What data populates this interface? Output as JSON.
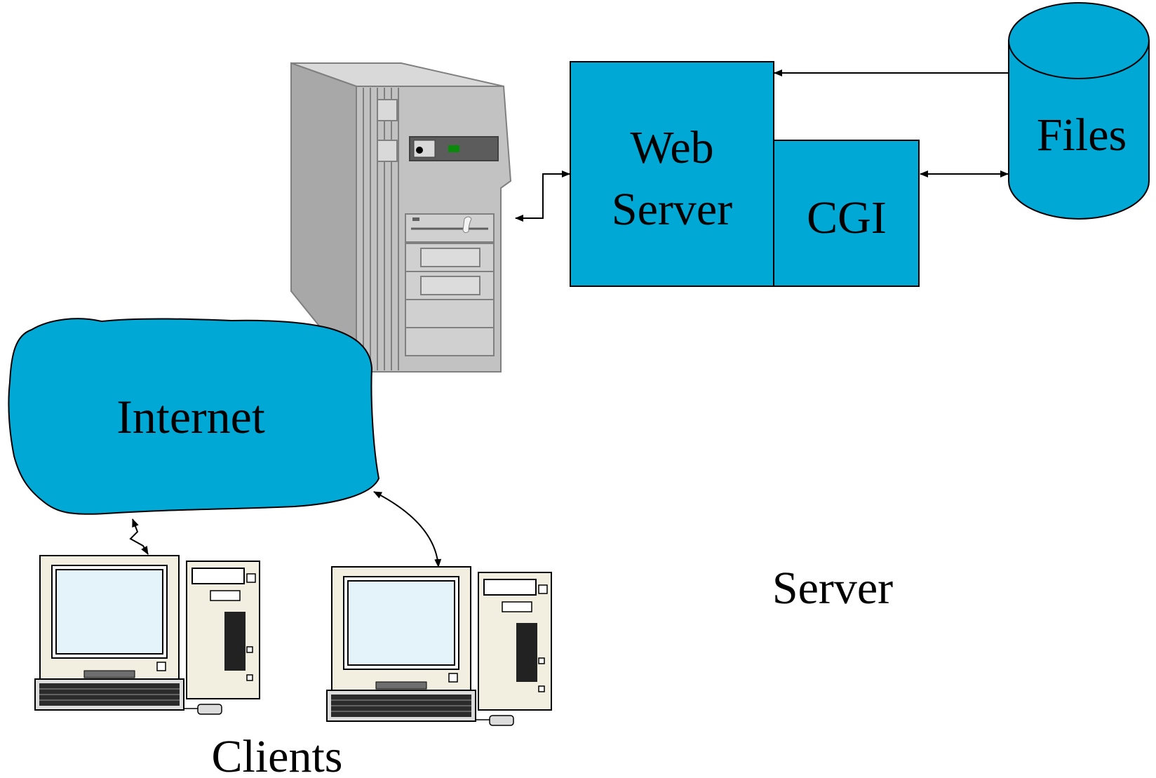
{
  "labels": {
    "web_server_line1": "Web",
    "web_server_line2": "Server",
    "cgi": "CGI",
    "files": "Files",
    "internet": "Internet",
    "server": "Server",
    "clients": "Clients"
  },
  "colors": {
    "accent": "#00a8d6",
    "stroke": "#000000",
    "server_gray": "#c0c0c0",
    "monitor_screen": "#e4f3f9",
    "computer_beige": "#f2efe0"
  }
}
